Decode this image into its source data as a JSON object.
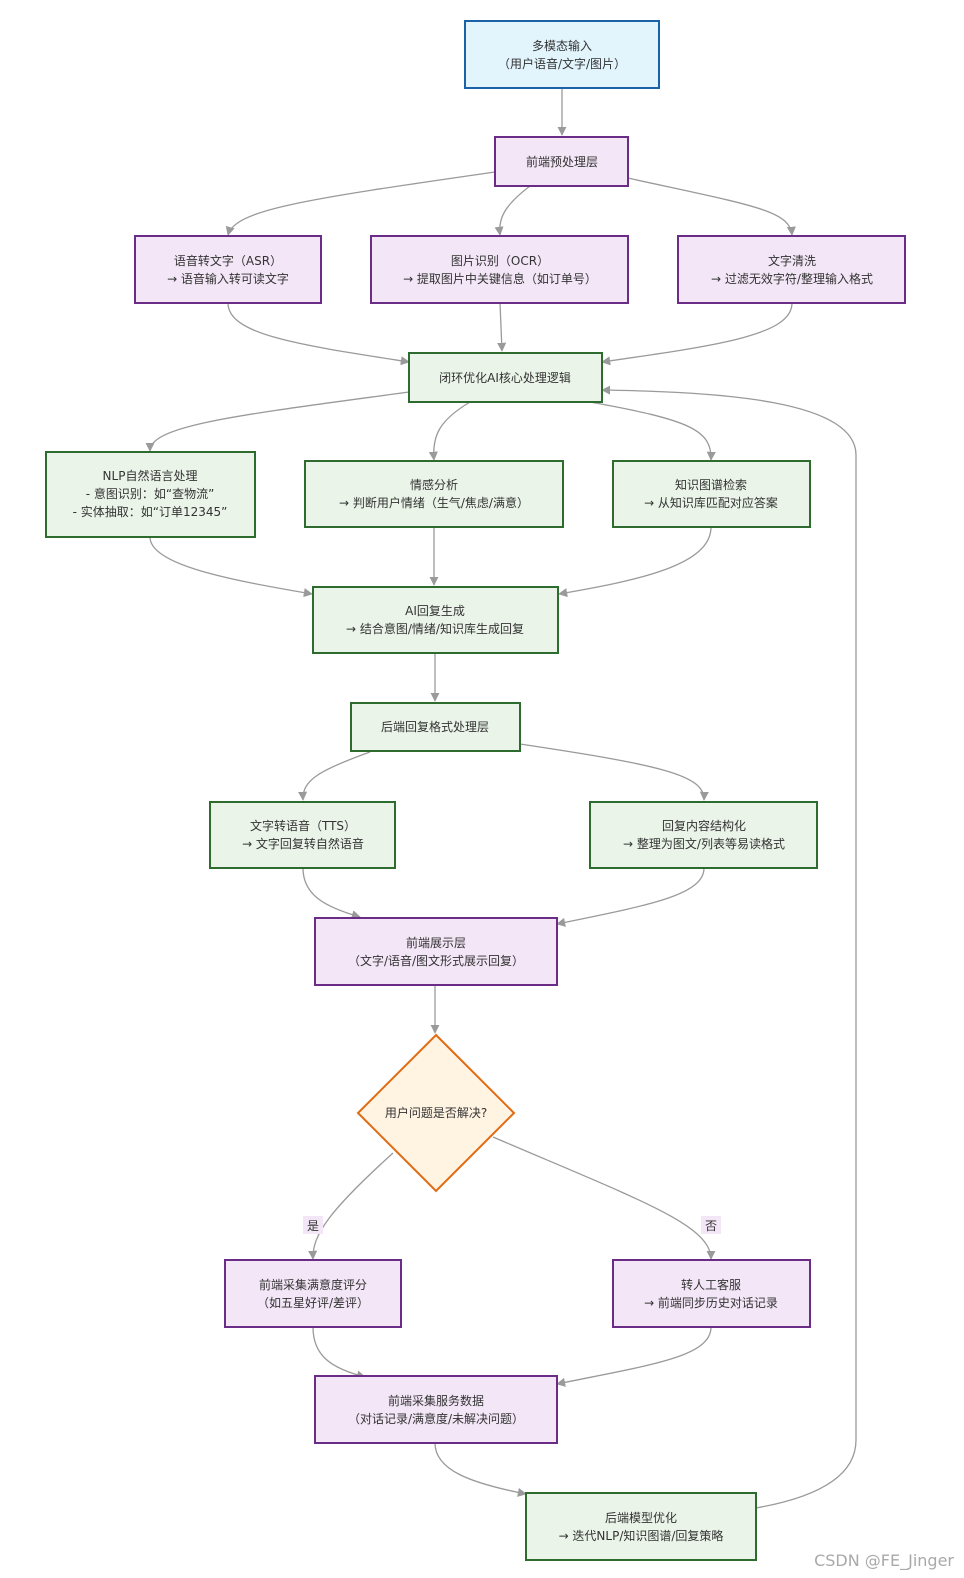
{
  "nodes": {
    "input": {
      "lines": [
        "多模态输入",
        "（用户语音/文字/图片）"
      ]
    },
    "preprocess": {
      "lines": [
        "前端预处理层"
      ]
    },
    "asr": {
      "lines": [
        "语音转文字（ASR）",
        "→ 语音输入转可读文字"
      ]
    },
    "ocr": {
      "lines": [
        "图片识别（OCR）",
        "→ 提取图片中关键信息（如订单号）"
      ]
    },
    "clean": {
      "lines": [
        "文字清洗",
        "→ 过滤无效字符/整理输入格式"
      ]
    },
    "core": {
      "lines": [
        "闭环优化AI核心处理逻辑"
      ]
    },
    "nlp": {
      "lines": [
        "NLP自然语言处理",
        "- 意图识别：如“查物流”",
        "- 实体抽取：如“订单12345”"
      ]
    },
    "sentiment": {
      "lines": [
        "情感分析",
        "→ 判断用户情绪（生气/焦虑/满意）"
      ]
    },
    "kg": {
      "lines": [
        "知识图谱检索",
        "→ 从知识库匹配对应答案"
      ]
    },
    "reply": {
      "lines": [
        "AI回复生成",
        "→ 结合意图/情绪/知识库生成回复"
      ]
    },
    "backend_fmt": {
      "lines": [
        "后端回复格式处理层"
      ]
    },
    "tts": {
      "lines": [
        "文字转语音（TTS）",
        "→ 文字回复转自然语音"
      ]
    },
    "structure": {
      "lines": [
        "回复内容结构化",
        "→ 整理为图文/列表等易读格式"
      ]
    },
    "display": {
      "lines": [
        "前端展示层",
        "（文字/语音/图文形式展示回复）"
      ]
    },
    "decision": {
      "lines": [
        "用户问题是否解决?"
      ]
    },
    "rating": {
      "lines": [
        "前端采集满意度评分",
        "（如五星好评/差评）"
      ]
    },
    "human": {
      "lines": [
        "转人工客服",
        "→ 前端同步历史对话记录"
      ]
    },
    "collect": {
      "lines": [
        "前端采集服务数据",
        "（对话记录/满意度/未解决问题）"
      ]
    },
    "optimize": {
      "lines": [
        "后端模型优化",
        "→ 迭代NLP/知识图谱/回复策略"
      ]
    }
  },
  "edge_labels": {
    "yes": "是",
    "no": "否"
  },
  "watermark": "CSDN @FE_Jinger"
}
